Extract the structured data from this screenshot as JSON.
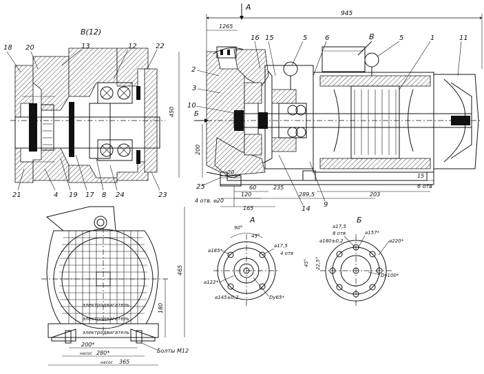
{
  "view_labels": {
    "section_v": "В(12)",
    "arrow_a": "А",
    "arrow_b": "Б",
    "arrow_v": "В",
    "view_a": "А",
    "view_b": "Б"
  },
  "callouts": [
    "18",
    "20",
    "13",
    "12",
    "22",
    "21",
    "4",
    "19",
    "17",
    "8",
    "24",
    "23",
    "2",
    "3",
    "10",
    "16",
    "15",
    "5",
    "6",
    "5",
    "1",
    "11",
    "25",
    "14",
    "9"
  ],
  "dimensions": {
    "overall_length": "945",
    "d1265": "1265",
    "h450": "450",
    "h200": "200",
    "d20": "20",
    "d60": "60",
    "d235": "235",
    "d120": "120",
    "d2895": "289,5",
    "d203": "203",
    "d15": "15",
    "d6otv": "6 отв",
    "d4otv20": "4 отв. ⌀20",
    "d165": "165",
    "front_h465": "465",
    "front_h180": "180",
    "front_w200": "200*",
    "front_w280": "280*",
    "front_w365": "365",
    "bolts": "Болты М12",
    "nasos1": "насос",
    "nasos2": "насос",
    "elektro1": "электродвигатель",
    "elektro2": "электродвигатель",
    "elektro3": "электродвигатель",
    "a_angle90": "90°",
    "a_angle45": "45°",
    "a_d185": "⌀185*",
    "a_d175": "⌀17,5",
    "a_4otv": "4 отв",
    "a_d122": "⌀122*",
    "a_d145": "⌀145±0,2",
    "a_dy65": "Dу65*",
    "b_d175": "⌀17,5",
    "b_8otv": "8 отв",
    "b_d180": "⌀180±0,2",
    "b_d157": "⌀157*",
    "b_d220": "⌀220*",
    "b_angle45": "45°",
    "b_angle225": "22,5°",
    "b_dy100": "Dу100*"
  }
}
